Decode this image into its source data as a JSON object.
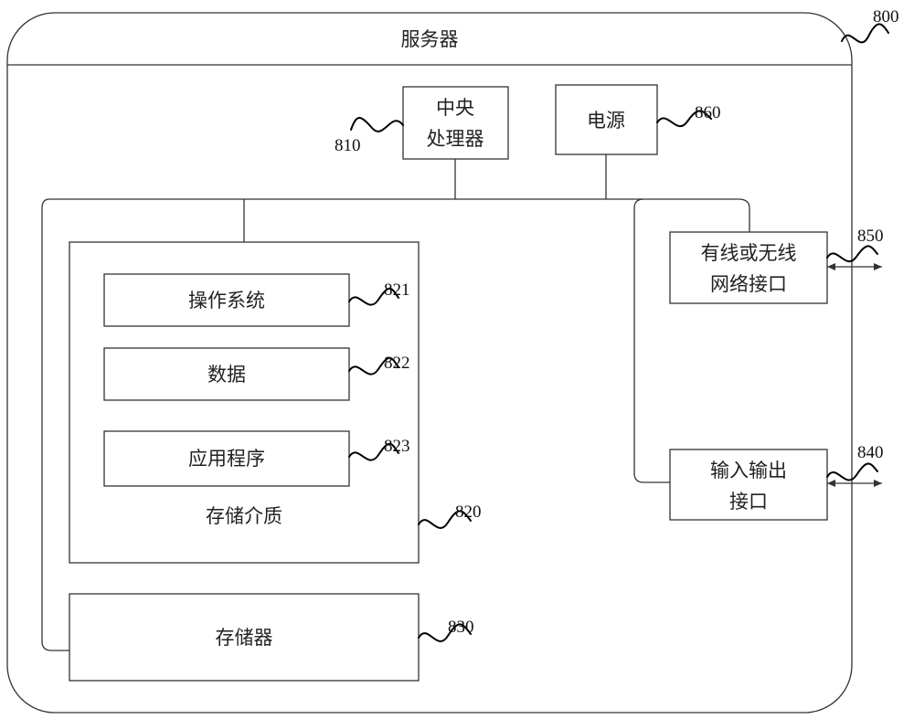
{
  "server": {
    "title": "服务器",
    "ref": "800"
  },
  "cpu": {
    "label_line1": "中央",
    "label_line2": "处理器",
    "ref": "810"
  },
  "power": {
    "label": "电源",
    "ref": "860"
  },
  "network_interface": {
    "label_line1": "有线或无线",
    "label_line2": "网络接口",
    "ref": "850"
  },
  "io_interface": {
    "label_line1": "输入输出",
    "label_line2": "接口",
    "ref": "840"
  },
  "storage_medium": {
    "label": "存储介质",
    "ref": "820",
    "items": [
      {
        "label": "操作系统",
        "ref": "821"
      },
      {
        "label": "数据",
        "ref": "822"
      },
      {
        "label": "应用程序",
        "ref": "823"
      }
    ]
  },
  "memory": {
    "label": "存储器",
    "ref": "830"
  }
}
